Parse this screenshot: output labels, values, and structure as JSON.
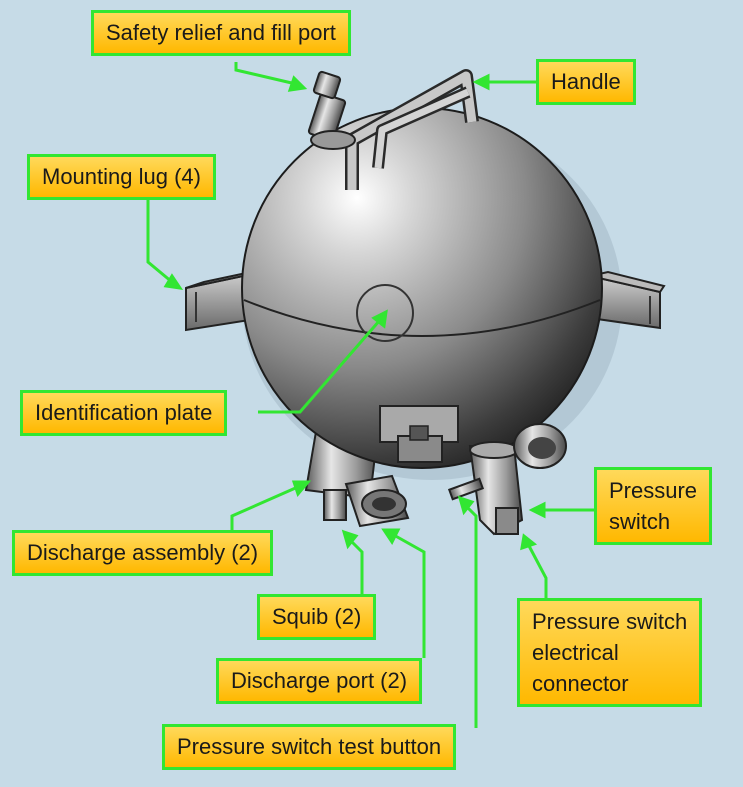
{
  "diagram": {
    "labels": {
      "safety_relief": "Safety relief and fill port",
      "handle": "Handle",
      "mounting_lug": "Mounting lug (4)",
      "identification_plate": "Identification plate",
      "discharge_assembly": "Discharge assembly (2)",
      "squib": "Squib (2)",
      "discharge_port": "Discharge port (2)",
      "test_button": "Pressure switch test button",
      "pressure_switch": [
        "Pressure",
        "switch"
      ],
      "electrical_connector": [
        "Pressure switch",
        "electrical",
        "connector"
      ]
    }
  },
  "colors": {
    "background": "#c6dbe7",
    "callout_fill": "#ffc21e",
    "callout_border": "#32e632",
    "leader_line": "#32e632",
    "sphere_body": "#8f8f8f"
  }
}
